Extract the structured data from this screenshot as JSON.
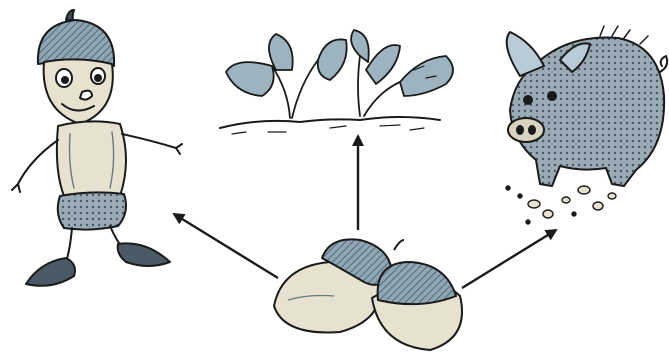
{
  "diagram": {
    "background": "#ffffff",
    "ink_color": "#1a1a1a",
    "fill_blue_grey": "#9db3bf",
    "fill_light_blue": "#b9cbd6",
    "fill_skin": "#e7e2d0",
    "fill_dark": "#3d4a52",
    "center_node": "acorns",
    "branches": [
      {
        "target": "acorn-figure-toy",
        "direction": "up-left"
      },
      {
        "target": "oak-seedlings",
        "direction": "up"
      },
      {
        "target": "pig-eating-acorns",
        "direction": "up-right"
      }
    ]
  }
}
